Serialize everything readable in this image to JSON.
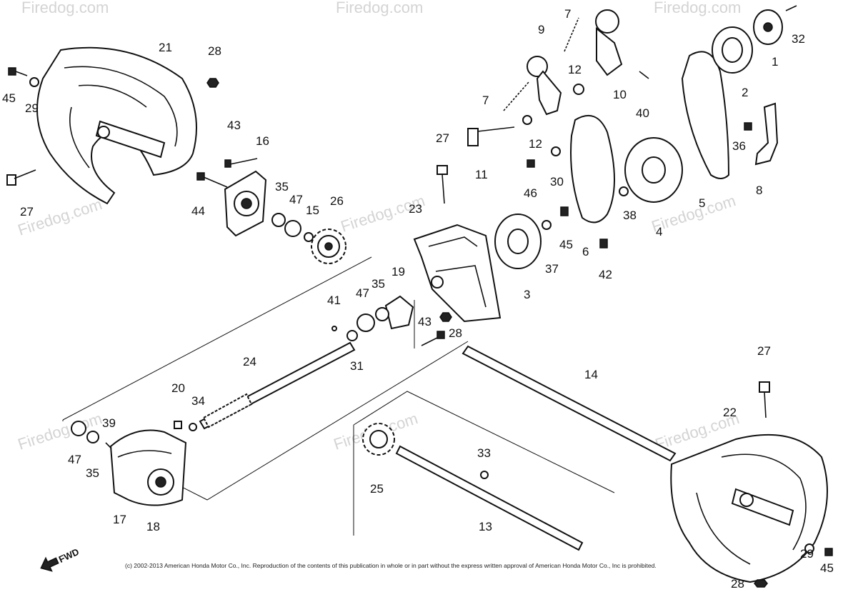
{
  "diagram": {
    "watermark_text": "Firedog.com",
    "copyright": "(c) 2002-2013 American Honda Motor Co., Inc. Reproduction of the contents of this publication in whole or in part without the express written approval of American Honda Motor Co., Inc is prohibited.",
    "direction_label": "FWD",
    "callouts": [
      "1",
      "2",
      "3",
      "4",
      "5",
      "6",
      "7",
      "7",
      "8",
      "9",
      "10",
      "11",
      "12",
      "12",
      "13",
      "14",
      "15",
      "16",
      "17",
      "18",
      "19",
      "20",
      "21",
      "22",
      "23",
      "24",
      "25",
      "26",
      "27",
      "27",
      "27",
      "28",
      "28",
      "28",
      "29",
      "29",
      "30",
      "31",
      "32",
      "33",
      "34",
      "35",
      "35",
      "35",
      "36",
      "37",
      "38",
      "39",
      "40",
      "41",
      "42",
      "43",
      "43",
      "44",
      "45",
      "45",
      "45",
      "46",
      "47",
      "47",
      "47"
    ]
  }
}
